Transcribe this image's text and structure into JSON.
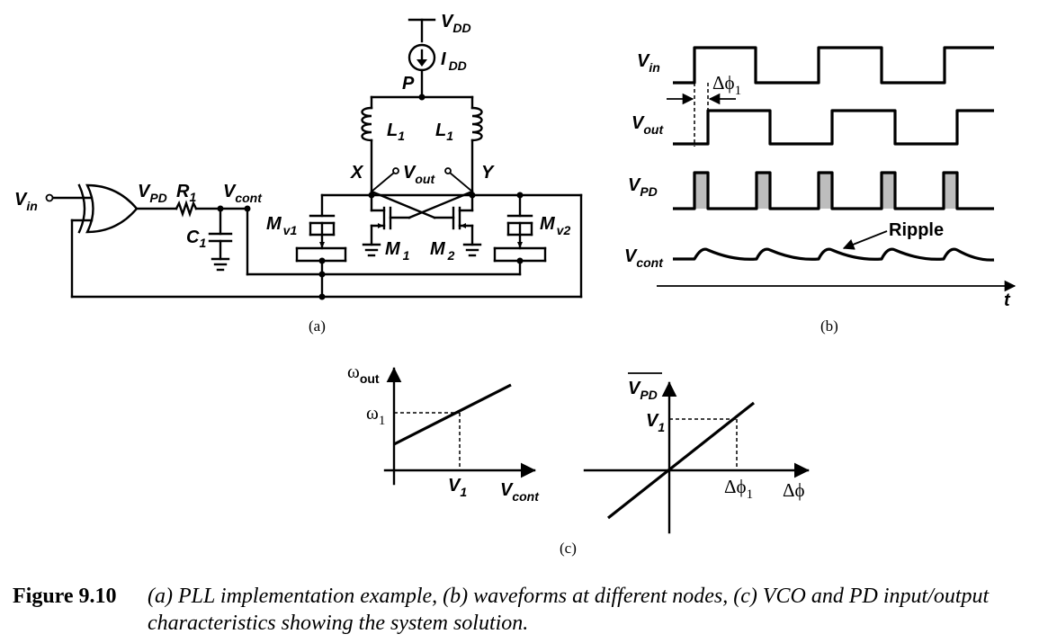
{
  "circuit": {
    "vdd": "V",
    "vdd_sub": "DD",
    "idd": "I",
    "idd_sub": "DD",
    "node_p": "P",
    "l1_left": "L",
    "l1_left_sub": "1",
    "l1_right": "L",
    "l1_right_sub": "1",
    "node_x": "X",
    "node_y": "Y",
    "vout": "V",
    "vout_sub": "out",
    "vin": "V",
    "vin_sub": "in",
    "vpd": "V",
    "vpd_sub": "PD",
    "r1": "R",
    "r1_sub": "1",
    "vcont": "V",
    "vcont_sub": "cont",
    "c1": "C",
    "c1_sub": "1",
    "mv1": "M",
    "mv1_sub": "v1",
    "m1": "M",
    "m1_sub": "1",
    "m2": "M",
    "m2_sub": "2",
    "mv2": "M",
    "mv2_sub": "v2"
  },
  "waveforms": {
    "vin": "V",
    "vin_sub": "in",
    "dphi": "Δϕ",
    "dphi_sub": "1",
    "vout": "V",
    "vout_sub": "out",
    "vpd": "V",
    "vpd_sub": "PD",
    "vcont": "V",
    "vcont_sub": "cont",
    "ripple": "Ripple",
    "t": "t"
  },
  "vco_plot": {
    "ylabel": "ω",
    "ylabel_sub": "out",
    "ytick": "ω",
    "ytick_sub": "1",
    "xtick": "V",
    "xtick_sub": "1",
    "xlabel": "V",
    "xlabel_sub": "cont"
  },
  "pd_plot": {
    "ylabel": "V",
    "ylabel_sub": "PD",
    "ytick": "V",
    "ytick_sub": "1",
    "xtick": "Δϕ",
    "xtick_sub": "1",
    "xlabel": "Δϕ"
  },
  "panels": {
    "a": "(a)",
    "b": "(b)",
    "c": "(c)"
  },
  "caption": {
    "number": "Figure 9.10",
    "text": "(a) PLL implementation example, (b) waveforms at different nodes, (c) VCO and PD input/output characteristics showing the system solution."
  },
  "colors": {
    "ink": "#000000",
    "pulse_fill": "#bdbdbd"
  }
}
